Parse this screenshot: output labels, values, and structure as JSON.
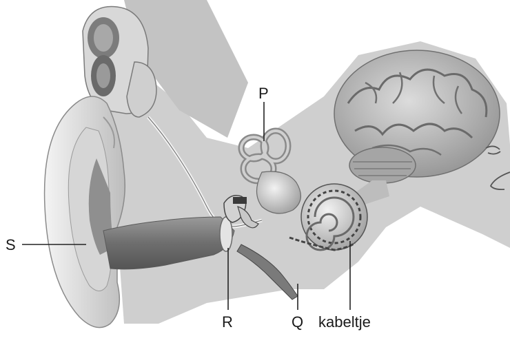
{
  "labels": {
    "p": "P",
    "q": "Q",
    "r": "R",
    "s": "S",
    "kabeltje": "kabeltje"
  },
  "colors": {
    "head_silhouette": "#c9c9c9",
    "ear_light": "#e3e3e3",
    "canal": "#7d7d7d",
    "brain": "#b9b9b9",
    "leader": "#222222"
  }
}
